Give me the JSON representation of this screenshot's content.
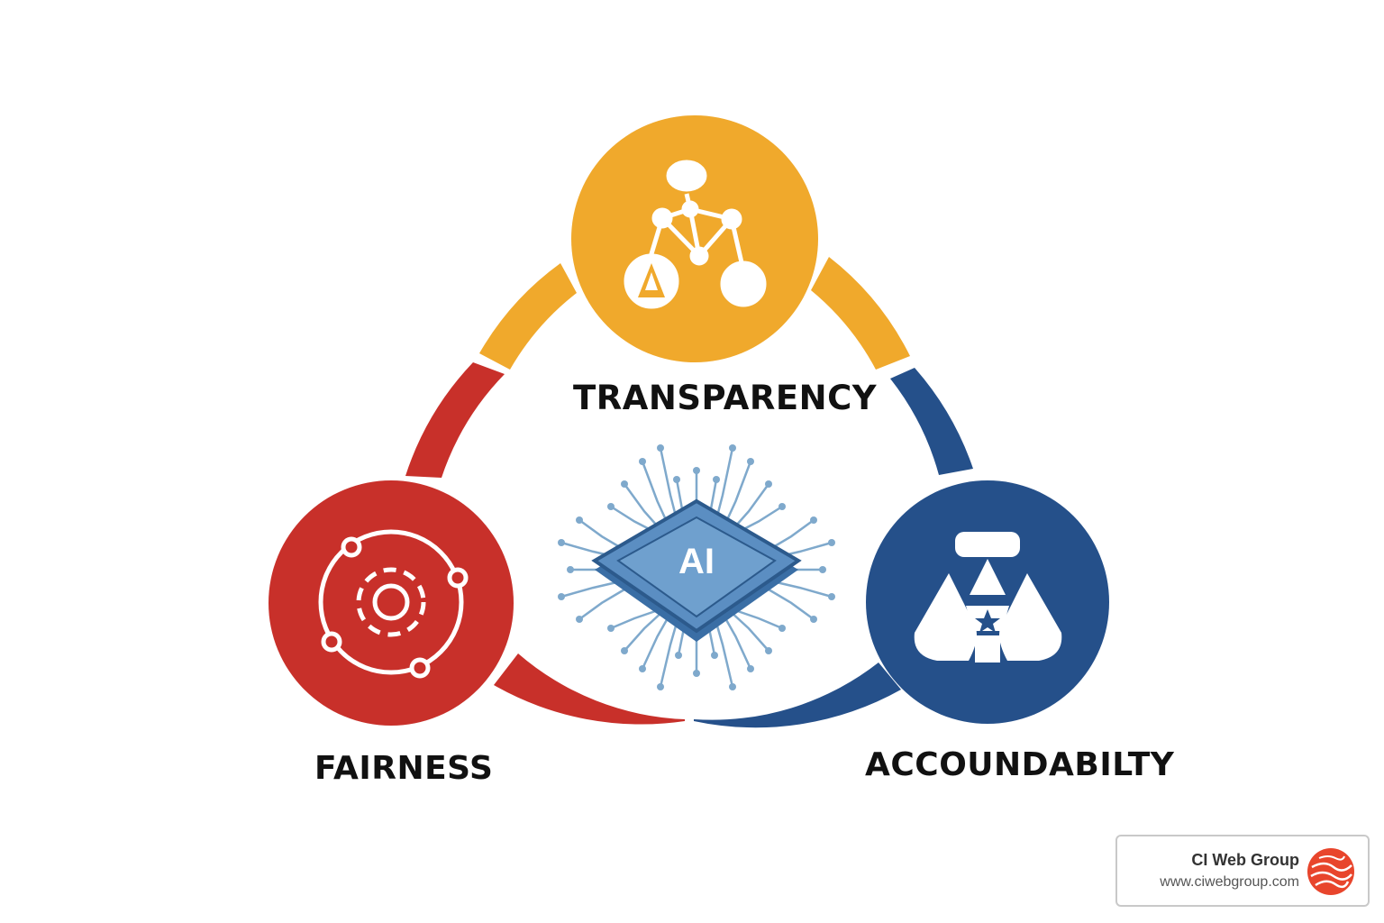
{
  "diagram": {
    "center": {
      "chip_label": "AI"
    },
    "nodes": [
      {
        "id": "transparency",
        "label": "TRANSPARENCY",
        "color": "#F0A92C",
        "icon": "network-graph-icon"
      },
      {
        "id": "fairness",
        "label": "FAIRNESS",
        "color": "#C8302A",
        "icon": "orbit-target-icon"
      },
      {
        "id": "accountability",
        "label": "ACCOUNDABILTY",
        "color": "#25508A",
        "icon": "shield-star-icon"
      }
    ],
    "chip_color": "#5B8EC2",
    "circuit_color": "#7FA9CC"
  },
  "brand": {
    "name": "CI Web Group",
    "url": "www.ciwebgroup.com",
    "logo": "globe-logo-icon",
    "color": "#E8452C"
  }
}
